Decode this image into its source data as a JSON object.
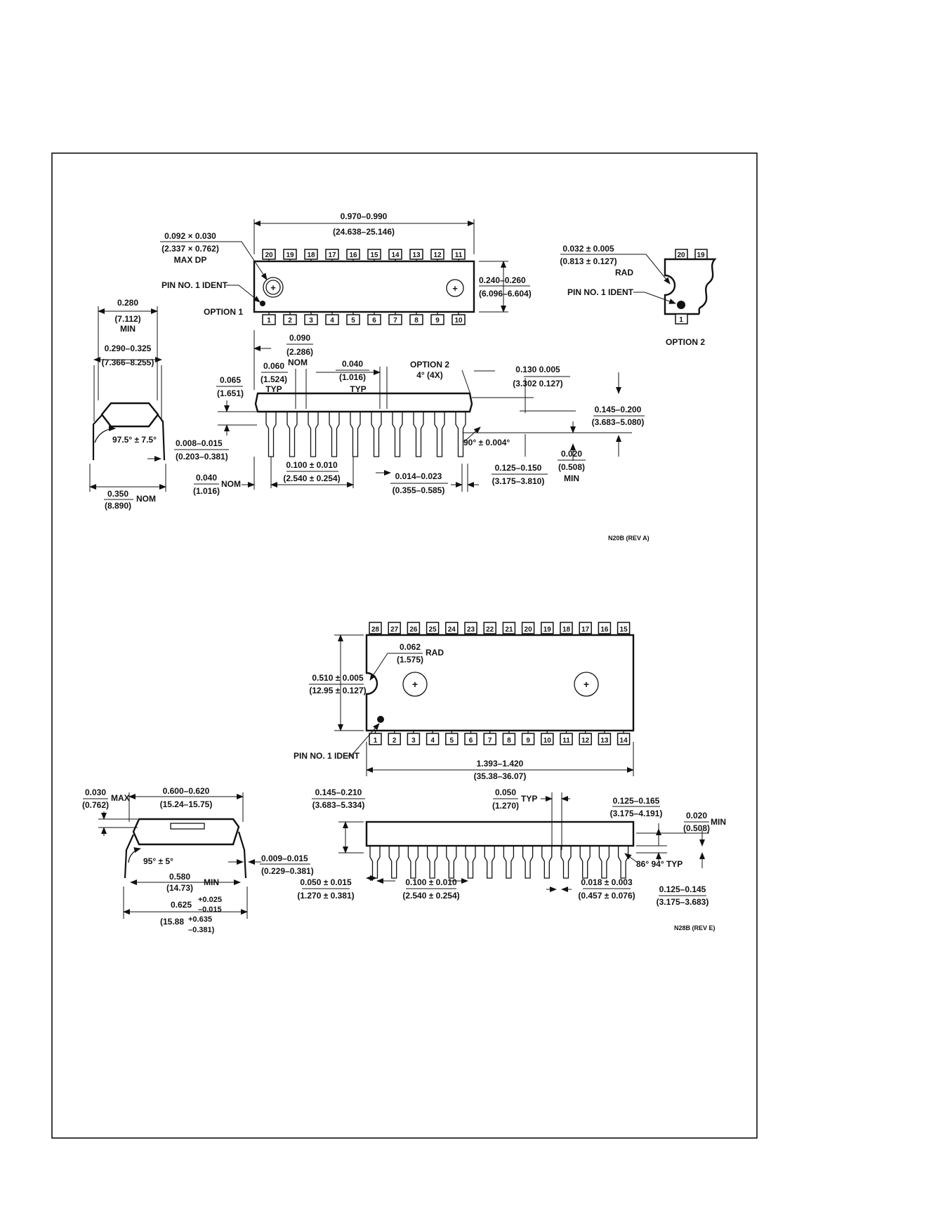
{
  "n20b": {
    "top_pins": [
      "20",
      "19",
      "18",
      "17",
      "16",
      "15",
      "14",
      "13",
      "12",
      "11"
    ],
    "bottom_pins": [
      "1",
      "2",
      "3",
      "4",
      "5",
      "6",
      "7",
      "8",
      "9",
      "10"
    ],
    "length": {
      "in": "0.970–0.990",
      "mm": "(24.638–25.146)"
    },
    "dp": {
      "in": "0.092 × 0.030",
      "mm": "(2.337 × 0.762)",
      "note": "MAX DP"
    },
    "pin1_ident": "PIN NO. 1 IDENT",
    "option1": "OPTION 1",
    "width": {
      "in": "0.240–0.260",
      "mm": "(6.096–6.604)"
    },
    "pitch_nom": {
      "in": "0.090",
      "mm": "(2.286)",
      "note": "NOM"
    },
    "end_typ": {
      "in": "0.060",
      "mm": "(1.524)",
      "note": "TYP"
    },
    "lead_typ": {
      "in": "0.040",
      "mm": "(1.016)",
      "note": "TYP"
    },
    "option2_angle": {
      "label": "OPTION 2",
      "angle": "4° (4X)"
    },
    "standoff": {
      "in": "0.065",
      "mm": "(1.651)"
    },
    "lead_thick": {
      "in": "0.130  0.005",
      "mm": "(3.302  0.127)"
    },
    "height": {
      "in": "0.145–0.200",
      "mm": "(3.683–5.080)"
    },
    "lead_angle": "90° ± 0.004°",
    "seat_min": {
      "in": "0.020",
      "mm": "(0.508)",
      "note": "MIN"
    },
    "seat_range": {
      "in": "0.125–0.150",
      "mm": "(3.175–3.810)"
    },
    "lead_pitch": {
      "in": "0.100 ± 0.010",
      "mm": "(2.540 ± 0.254)"
    },
    "lead_width": {
      "in": "0.014–0.023",
      "mm": "(0.355–0.585)"
    },
    "end_nom": {
      "in": "0.040",
      "mm": "(1.016)",
      "note": "NOM"
    },
    "side_min": {
      "in": "0.280",
      "mm": "(7.112)",
      "note": "MIN"
    },
    "side_range": {
      "in": "0.290–0.325",
      "mm": "(7.366–8.255)"
    },
    "side_angle": "97.5° ± 7.5°",
    "side_thick": {
      "in": "0.008–0.015",
      "mm": "(0.203–0.381)"
    },
    "side_nom": {
      "in": "0.350",
      "mm": "(8.890)",
      "note": "NOM"
    },
    "opt2": {
      "rad_in": "0.032 ± 0.005",
      "rad_mm": "(0.813 ± 0.127)",
      "rad_note": "RAD",
      "pin1": "PIN NO. 1 IDENT",
      "label": "OPTION 2",
      "pins_top": [
        "20",
        "19"
      ],
      "pin_bottom": "1"
    },
    "ref": "N20B (REV A)"
  },
  "n28b": {
    "top_pins": [
      "28",
      "27",
      "26",
      "25",
      "24",
      "23",
      "22",
      "21",
      "20",
      "19",
      "18",
      "17",
      "16",
      "15"
    ],
    "bottom_pins": [
      "1",
      "2",
      "3",
      "4",
      "5",
      "6",
      "7",
      "8",
      "9",
      "10",
      "11",
      "12",
      "13",
      "14"
    ],
    "rad": {
      "in": "0.062",
      "mm": "(1.575)",
      "note": "RAD"
    },
    "width": {
      "in": "0.510 ± 0.005",
      "mm": "(12.95 ± 0.127)"
    },
    "pin1_ident": "PIN NO. 1 IDENT",
    "length": {
      "in": "1.393–1.420",
      "mm": "(35.38–36.07)"
    },
    "side_max": {
      "in": "0.030",
      "mm": "(0.762)",
      "note": "MAX"
    },
    "side_range": {
      "in": "0.600–0.620",
      "mm": "(15.24–15.75)"
    },
    "side_angle": "95° ± 5°",
    "side_thick": {
      "in": "0.009–0.015",
      "mm": "(0.229–0.381)"
    },
    "side_min": {
      "in": "0.580",
      "mm": "(14.73)",
      "note": "MIN"
    },
    "side_span": {
      "in": "0.625",
      "tol_up": "+0.025",
      "tol_dn": "–0.015",
      "mm": "(15.88",
      "mm_up": "+0.635",
      "mm_dn": "–0.381)"
    },
    "height": {
      "in": "0.145–0.210",
      "mm": "(3.683–5.334)"
    },
    "lead_typ": {
      "in": "0.050",
      "mm": "(1.270)",
      "note": "TYP"
    },
    "lead_range": {
      "in": "0.125–0.165",
      "mm": "(3.175–4.191)"
    },
    "seat_min": {
      "in": "0.020",
      "mm": "(0.508)",
      "note": "MIN"
    },
    "lead_angle": "86° 94° TYP",
    "end": {
      "in": "0.050 ± 0.015",
      "mm": "(1.270 ± 0.381)"
    },
    "lead_pitch": {
      "in": "0.100 ± 0.010",
      "mm": "(2.540 ± 0.254)"
    },
    "lead_width": {
      "in": "0.018 ± 0.003",
      "mm": "(0.457 ± 0.076)"
    },
    "seat_range": {
      "in": "0.125–0.145",
      "mm": "(3.175–3.683)"
    },
    "ref": "N28B (REV E)"
  }
}
